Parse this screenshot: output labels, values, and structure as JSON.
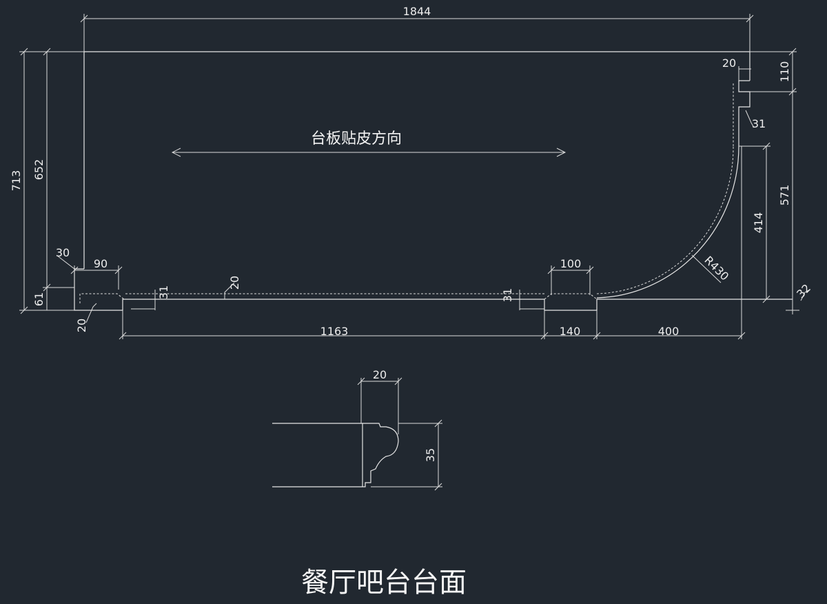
{
  "plan": {
    "dims": {
      "overall_width": "1844",
      "overall_height": "713",
      "inner_height": "652",
      "left_offset": "61",
      "left_step": "30",
      "notch_width_left": "90",
      "left_small": "20",
      "left_bevel": "31",
      "edge_profile_mark": "20",
      "center_bevel": "31",
      "notch_width_right": "100",
      "span_main": "1163",
      "span_notch": "140",
      "span_corner": "400",
      "arc_radius": "R430",
      "arc_height": "414",
      "right_height": "571",
      "right_top": "110",
      "right_notch": "20",
      "right_bevel": "31",
      "right_bottom": "32"
    },
    "direction_label": "台板贴皮方向"
  },
  "profile": {
    "width": "20",
    "height": "35"
  },
  "title": "餐厅吧台台面"
}
